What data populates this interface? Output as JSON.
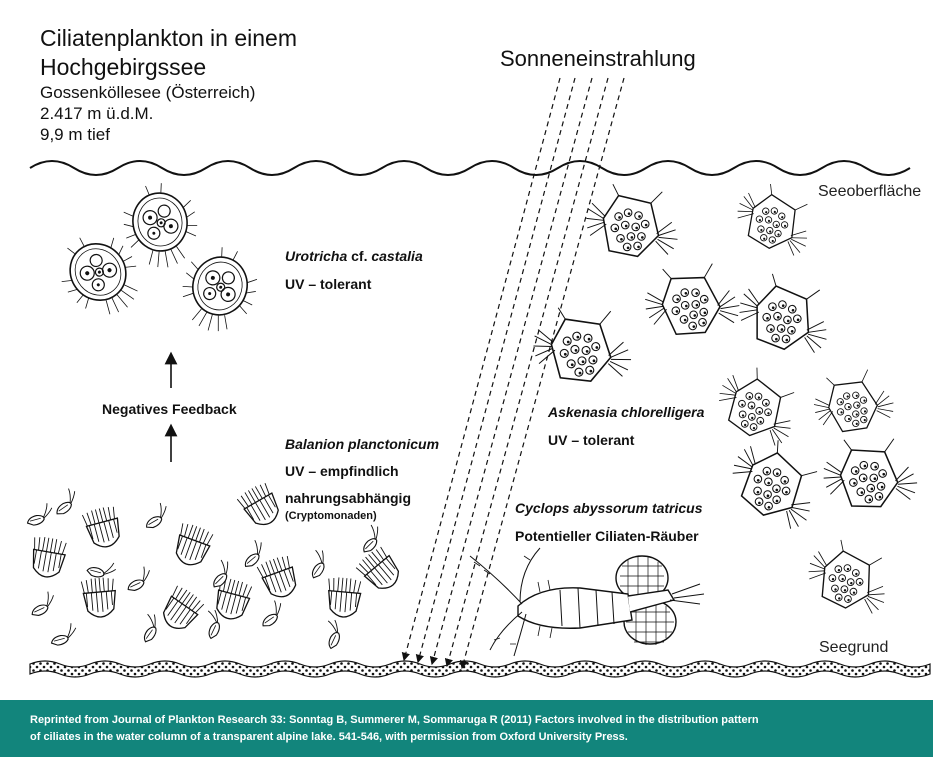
{
  "title": {
    "line1": "Ciliatenplankton in einem",
    "line2": "Hochgebirgssee",
    "location": "Gossenköllesee (Österreich)",
    "altitude": "2.417 m ü.d.M.",
    "depth": "9,9 m tief"
  },
  "labels": {
    "sunlight": "Sonneneinstrahlung",
    "surface": "Seeoberfläche",
    "bottom": "Seegrund",
    "feedback": "Negatives Feedback"
  },
  "species": {
    "urotricha": {
      "name": "Urotricha",
      "name_suffix": " cf. ",
      "name2": "castalia",
      "property": "UV – tolerant"
    },
    "balanion": {
      "name": "Balanion planctonicum",
      "property": "UV – empfindlich",
      "property2": "nahrungsabhängig",
      "note": "(Cryptomonaden)"
    },
    "askenasia": {
      "name": "Askenasia chlorelligera",
      "property": "UV – tolerant"
    },
    "cyclops": {
      "name": "Cyclops abyssorum tatricus",
      "property": "Potentieller Ciliaten-Räuber"
    }
  },
  "footer": {
    "line1": "Reprinted from Journal of Plankton Research 33: Sonntag B, Summerer M, Sommaruga R (2011) Factors involved in the distribution pattern",
    "line2": "of ciliates in the water column of a transparent alpine lake. 541-546, with permission from Oxford University Press."
  }
}
